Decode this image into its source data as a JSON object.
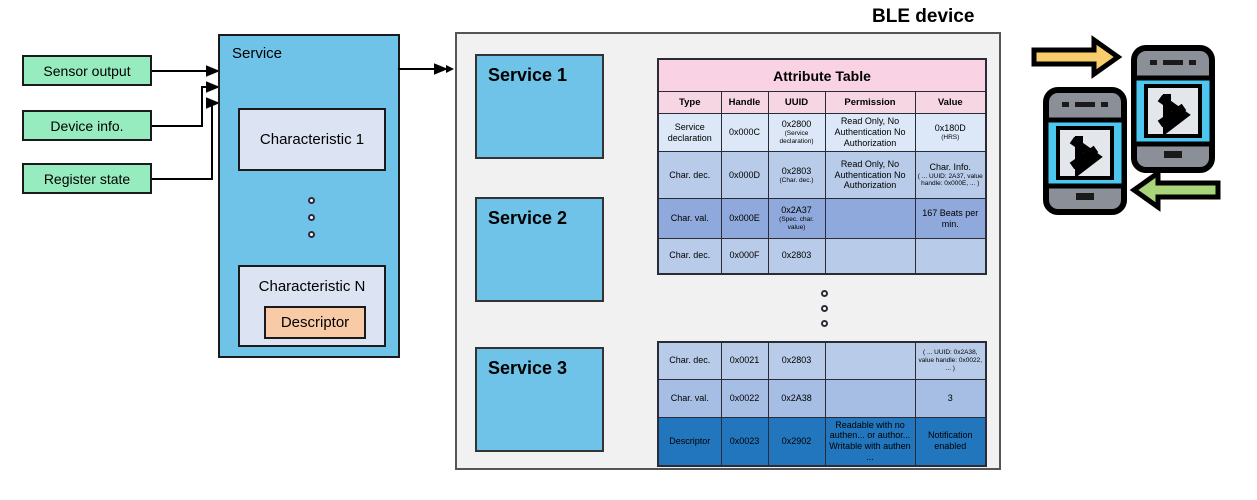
{
  "sources": [
    {
      "label": "Sensor output"
    },
    {
      "label": "Device info."
    },
    {
      "label": "Register state"
    }
  ],
  "service": {
    "title": "Service",
    "characteristic_first": "Characteristic 1",
    "characteristic_last": "Characteristic N",
    "descriptor": "Descriptor",
    "ellipsis_dots": 3
  },
  "ble": {
    "title": "BLE device",
    "services": [
      "Service 1",
      "Service 2",
      "Service 3"
    ],
    "ellipsis_dots": 3
  },
  "attribute_table": {
    "title": "Attribute Table",
    "columns": [
      "Type",
      "Handle",
      "UUID",
      "Permission",
      "Value"
    ],
    "rows_top": [
      {
        "type": "Service declaration",
        "handle": "0x000C",
        "uuid": "0x2800",
        "uuid_sub": "(Service declaration)",
        "permission": "Read Only, No Authentication No Authorization",
        "value": "0x180D",
        "value_sub": "(HRS)"
      },
      {
        "type": "Char. dec.",
        "handle": "0x000D",
        "uuid": "0x2803",
        "uuid_sub": "(Char. dec.)",
        "permission": "Read Only, No Authentication No Authorization",
        "value": "Char. Info.",
        "value_sub": "( ... UUID: 2A37, value handle: 0x000E, ... )"
      },
      {
        "type": "Char. val.",
        "handle": "0x000E",
        "uuid": "0x2A37",
        "uuid_sub": "(Spec. char. value)",
        "permission": "",
        "value": "167 Beats per min.",
        "value_sub": ""
      },
      {
        "type": "Char. dec.",
        "handle": "0x000F",
        "uuid": "0x2803",
        "uuid_sub": "",
        "permission": "",
        "value": "",
        "value_sub": ""
      }
    ],
    "rows_bottom": [
      {
        "type": "Char. dec.",
        "handle": "0x0021",
        "uuid": "0x2803",
        "uuid_sub": "",
        "permission": "",
        "value": "",
        "value_sub": "( ... UUID: 0x2A38, value handle: 0x0022, ... )"
      },
      {
        "type": "Char. val.",
        "handle": "0x0022",
        "uuid": "0x2A38",
        "uuid_sub": "",
        "permission": "",
        "value": "3",
        "value_sub": ""
      },
      {
        "type": "Descriptor",
        "handle": "0x0023",
        "uuid": "0x2902",
        "uuid_sub": "",
        "permission": "Readable with no authen... or author... Writable with authen ...",
        "value": "Notification enabled",
        "value_sub": ""
      }
    ]
  },
  "phones": {
    "arrow_forward_name": "yellow-right-arrow",
    "arrow_back_name": "green-left-arrow",
    "icon_name": "bluetooth-icon"
  },
  "colors": {
    "green_box": "#97ECBF",
    "service_blue": "#6FC3E8",
    "characteristic_blue": "#DCE3F2",
    "descriptor_orange": "#F8CBA6",
    "table_header_pink": "#F7D6E4",
    "panel_bg": "#F1F1F1",
    "deep_blue": "#2276BD",
    "arrow_yellow": "#F8CE6C",
    "arrow_green": "#A8D47A",
    "phone_gray": "#8A8F98",
    "phone_cyan": "#4CC8F0"
  }
}
